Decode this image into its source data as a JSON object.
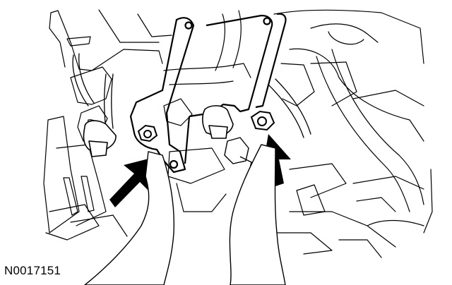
{
  "figure": {
    "id_label": "N0017151",
    "callouts": [
      "arrow-left",
      "arrow-right"
    ],
    "line_color": "#000000",
    "background": "#ffffff"
  }
}
